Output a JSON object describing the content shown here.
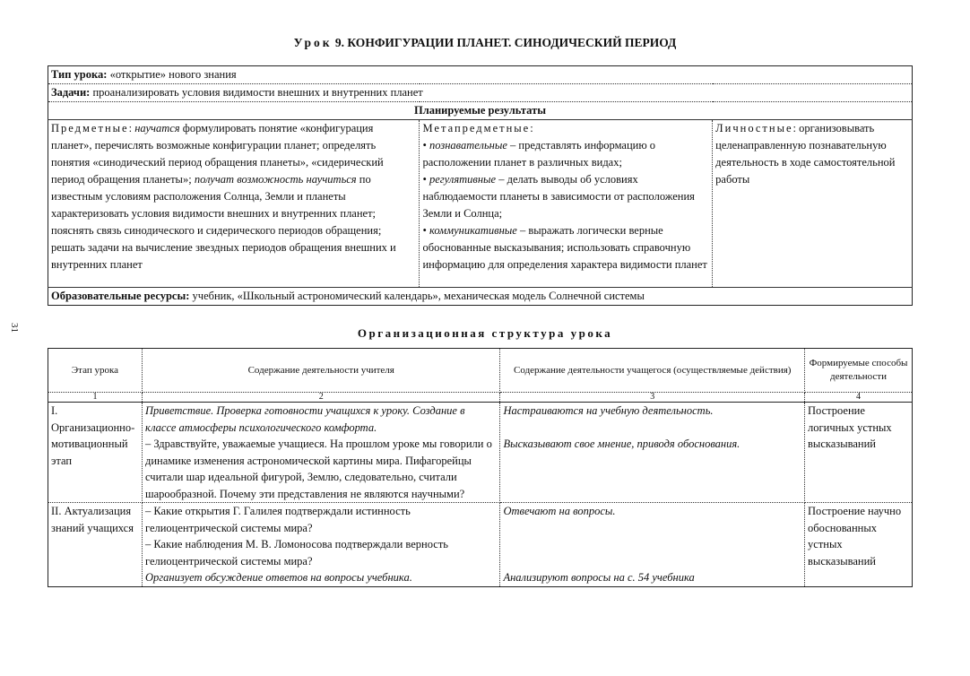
{
  "title": {
    "prefix": "Урок",
    "rest": " 9. КОНФИГУРАЦИИ ПЛАНЕТ. СИНОДИЧЕСКИЙ ПЕРИОД"
  },
  "page_number": "31",
  "lesson_type": {
    "label": "Тип урока:",
    "value": " «открытие» нового знания"
  },
  "tasks": {
    "label": "Задачи:",
    "value": " проанализировать условия видимости внешних и внутренних планет"
  },
  "results": {
    "heading": "Планируемые результаты",
    "subject": {
      "label": "Предметные",
      "sep": ": ",
      "p1_i": "научатся",
      "p2": " формулировать понятие «конфигурация планет», перечислять возможные конфигурации планет; определять понятия «синодический период обращения планеты», «сидерический период обращения планеты»; ",
      "p3_i": "получат возможность научиться",
      "p4": " по известным условиям расположения Солнца, Земли и планеты характеризовать условия видимости внешних и внутренних планет; пояснять связь синодического и сидерического периодов обращения; решать задачи на вычисление звездных периодов обращения внешних и внутренних планет"
    },
    "meta": {
      "label": "Метапредметные:",
      "b1_i": "познавательные",
      "b1": " – представлять информацию о расположении планет в различных видах;",
      "b2_i": "регулятивные",
      "b2": " – делать выводы об условиях наблюдаемости планеты в зависимости от расположения Земли и Солнца;",
      "b3_i": "коммуникативные",
      "b3": " – выражать логически верные обоснованные высказывания; использовать справочную информацию для определения характера видимости планет"
    },
    "personal": {
      "label": "Личностные",
      "value": ": организовывать целенаправленную познавательную деятельность в ходе самостоятельной работы"
    }
  },
  "resources": {
    "label": "Образовательные ресурсы:",
    "value": " учебник, «Школьный астрономический календарь», механическая модель Солнечной системы"
  },
  "structure": {
    "heading": "Организационная структура урока",
    "columns": [
      "Этап урока",
      "Содержание деятельности учителя",
      "Содержание деятельности учащегося (осуществляемые действия)",
      "Формируемые способы деятельности"
    ],
    "col_numbers": [
      "1",
      "2",
      "3",
      "4"
    ],
    "rows": [
      {
        "stage": "I. Организационно-мотивационный этап",
        "teacher_i": "Приветствие. Проверка готовности учащихся к уроку. Создание в классе атмосферы психологического комфорта.",
        "teacher": "– Здравствуйте, уважаемые учащиеся. На прошлом уроке мы говорили о динамике изменения астрономической картины мира. Пифагорейцы считали шар идеальной фигурой, Землю, следовательно, считали шарообразной. Почему эти представления не являются научными?",
        "student1": "Настраиваются на учебную деятельность.",
        "student2": "Высказывают свое мнение, приводя обоснования.",
        "skills": "Построение логичных устных высказываний"
      },
      {
        "stage": "II. Актуализация знаний учащихся",
        "teacher1": "– Какие открытия Г. Галилея подтверждали истинность гелиоцентрической системы мира?",
        "teacher2": "– Какие наблюдения М. В. Ломоносова подтверждали верность гелиоцентрической системы мира?",
        "teacher_i": "Организует обсуждение ответов на вопросы учебника.",
        "student1": "Отвечают на вопросы.",
        "student2": "Анализируют вопросы на с. 54 учебника",
        "skills": "Построение научно обоснованных устных высказываний"
      }
    ]
  }
}
